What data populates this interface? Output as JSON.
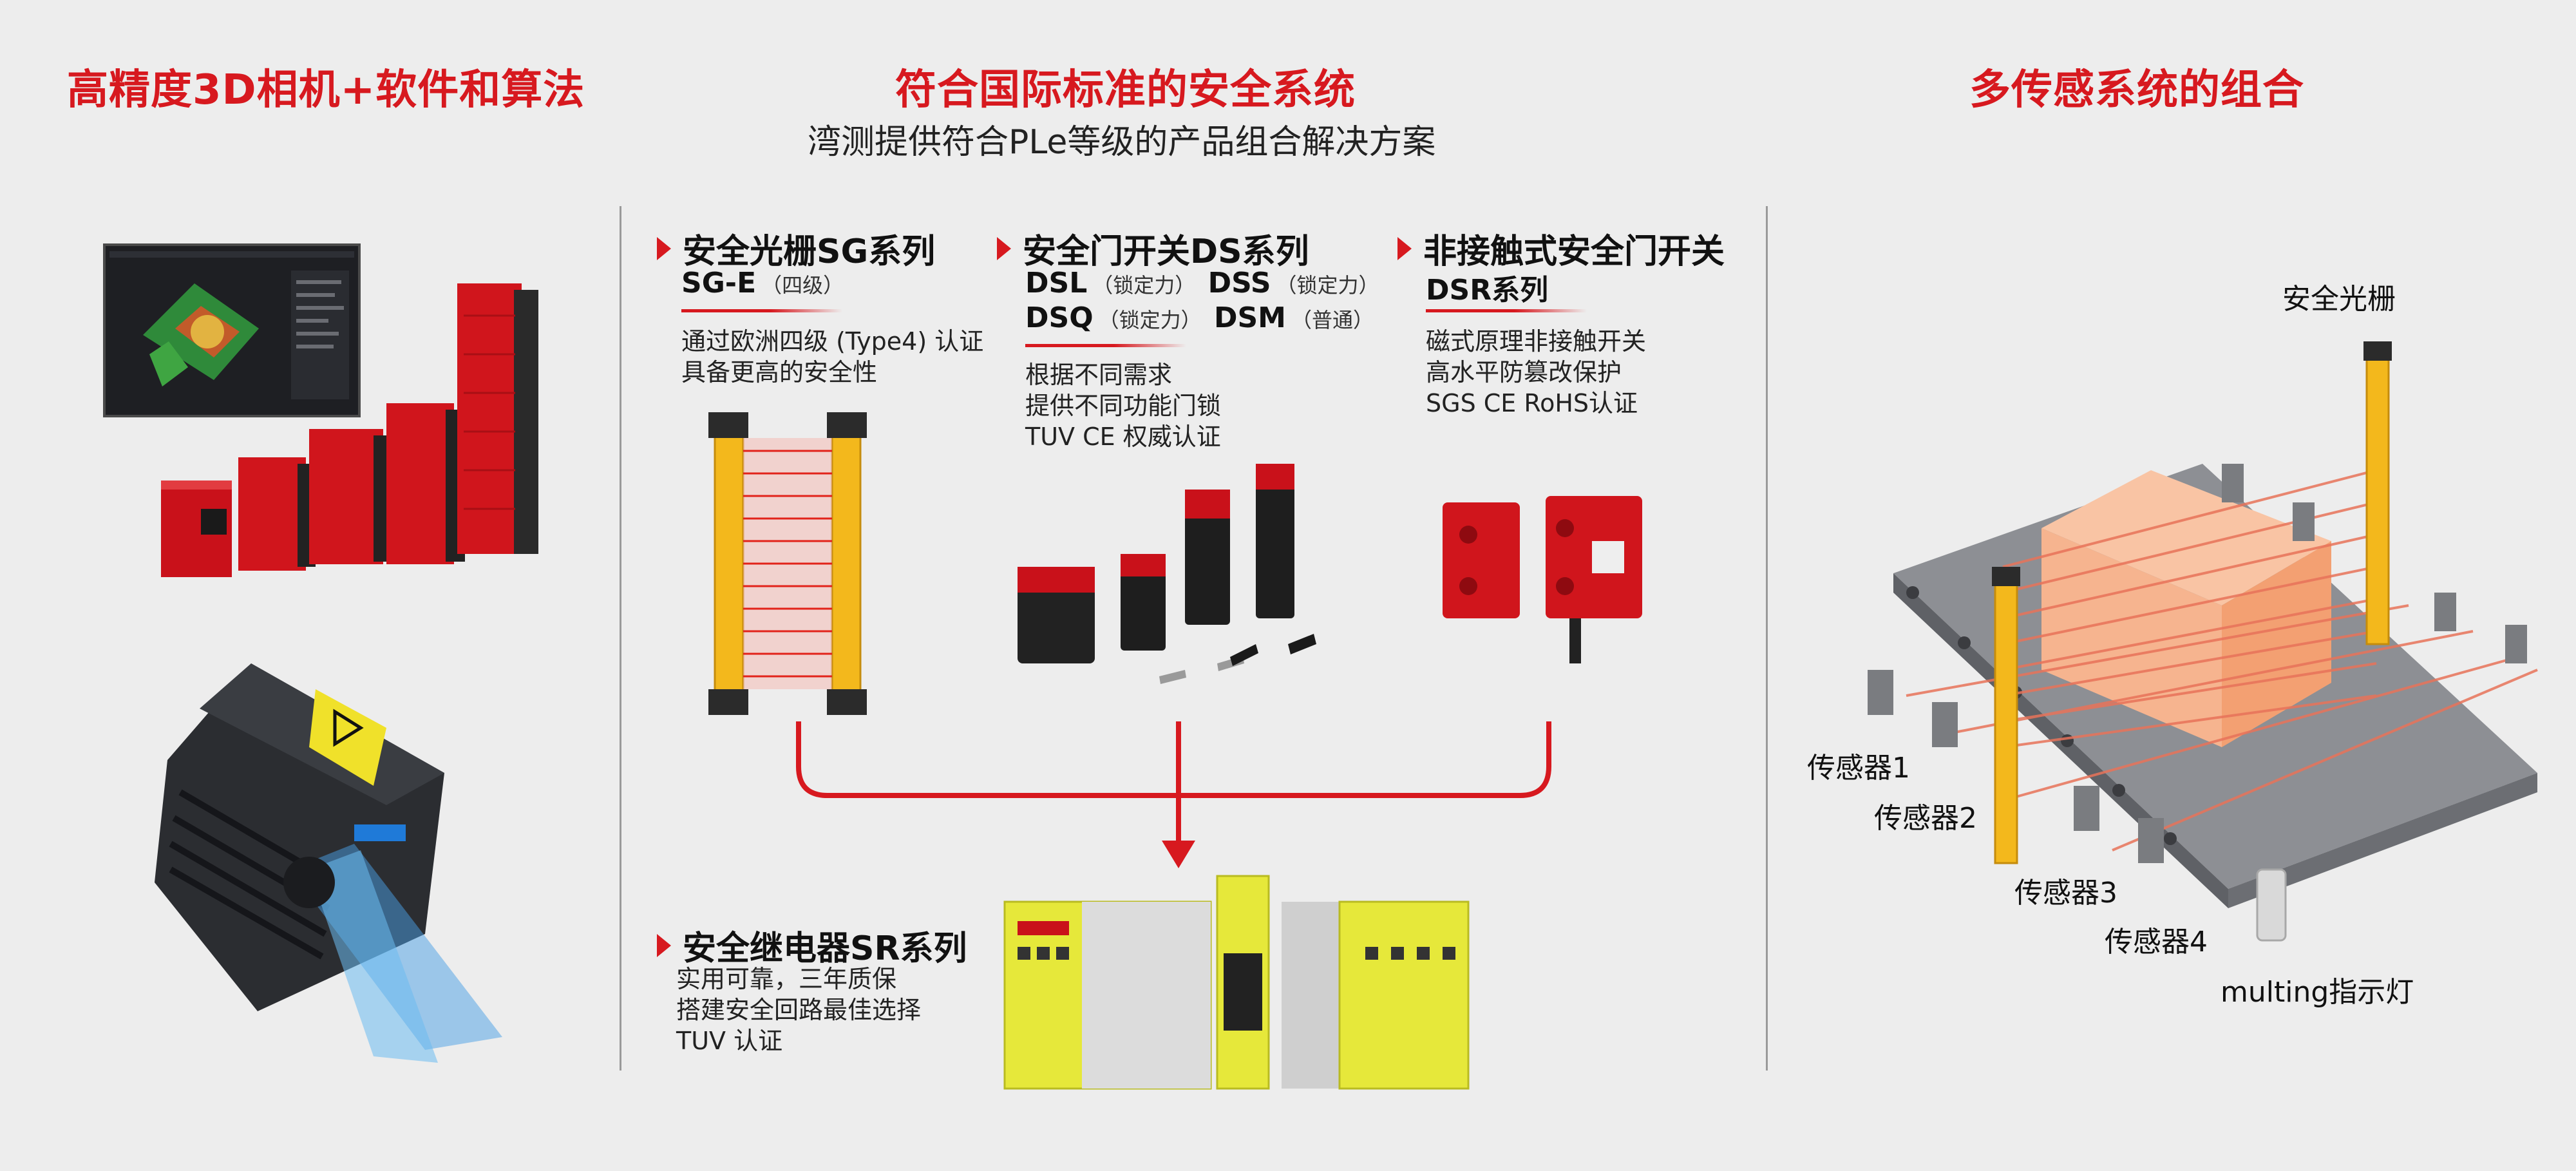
{
  "left": {
    "title": "高精度3D相机+软件和算法"
  },
  "middle": {
    "title": "符合国际标准的安全系统",
    "subtitle": "湾测提供符合PLe等级的产品组合解决方案",
    "sg": {
      "heading": "安全光栅SG系列",
      "model": "SG-E",
      "model_note": "（四级）",
      "desc": [
        "通过欧洲四级 (Type4) 认证",
        "具备更高的安全性"
      ]
    },
    "ds": {
      "heading": "安全门开关DS系列",
      "models": [
        {
          "name": "DSL",
          "note": "（锁定力）"
        },
        {
          "name": "DSS",
          "note": "（锁定力）"
        },
        {
          "name": "DSQ",
          "note": "（锁定力）"
        },
        {
          "name": "DSM",
          "note": "（普通）"
        }
      ],
      "desc": [
        "根据不同需求",
        "提供不同功能门锁",
        "TUV CE 权威认证"
      ]
    },
    "dsr": {
      "heading": "非接触式安全门开关",
      "model": "DSR系列",
      "desc": [
        "磁式原理非接触开关",
        "高水平防篡改保护",
        "SGS CE RoHS认证"
      ]
    },
    "sr": {
      "heading": "安全继电器SR系列",
      "desc": [
        "实用可靠，三年质保",
        "搭建安全回路最佳选择",
        "TUV 认证"
      ]
    }
  },
  "right": {
    "title": "多传感系统的组合",
    "labels": {
      "light_curtain": "安全光栅",
      "sensor1": "传感器1",
      "sensor2": "传感器2",
      "sensor3": "传感器3",
      "sensor4": "传感器4",
      "muting": "multing指示灯"
    }
  },
  "colors": {
    "accent": "#d7191f",
    "background": "#ededed",
    "curtain_yellow": "#f3b81c",
    "relay_yellow": "#e6e83a",
    "box_peach": "#f6b48f"
  }
}
